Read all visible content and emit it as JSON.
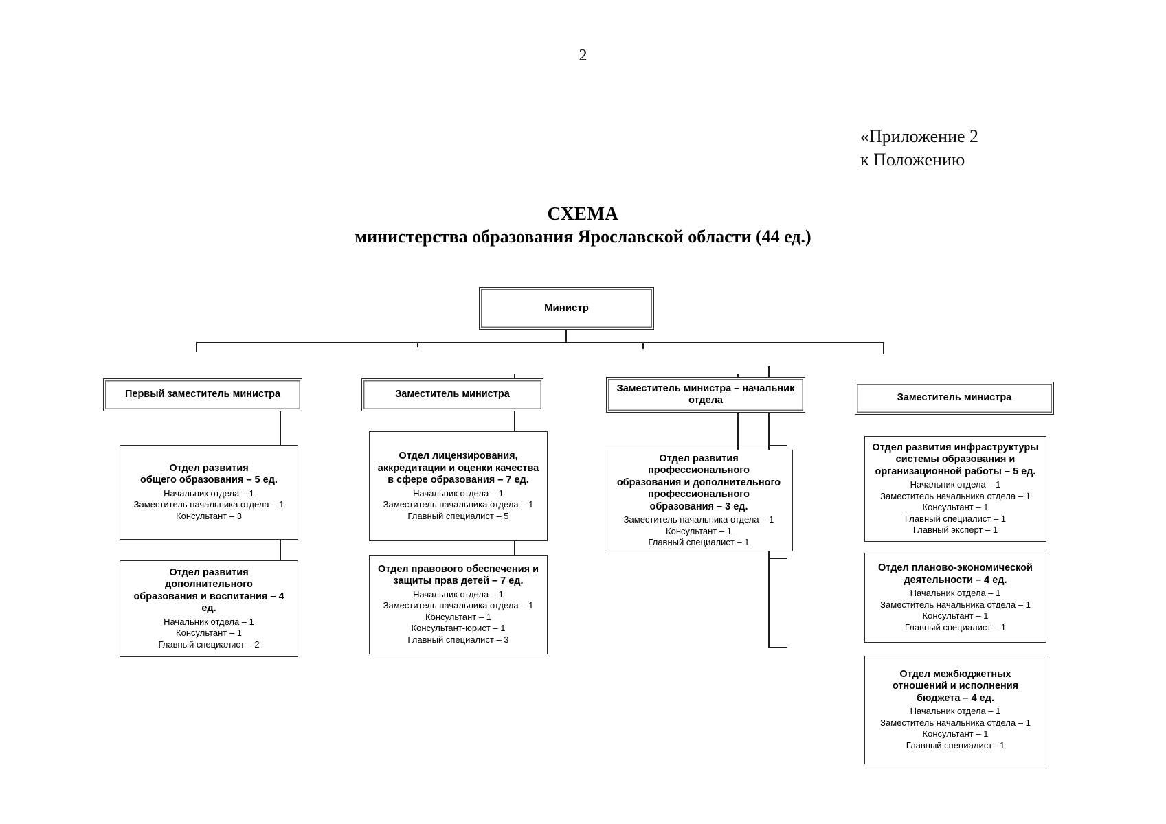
{
  "page": {
    "number": "2",
    "appendix_note": "«Приложение 2\nк Положению",
    "title": "СХЕМА",
    "subtitle": "министерства образования Ярославской области (44 ед.)"
  },
  "chart": {
    "minister": {
      "label": "Министр"
    },
    "deputies": [
      {
        "label": "Первый заместитель министра"
      },
      {
        "label": "Заместитель министра"
      },
      {
        "label": "Заместитель министра – начальник\nотдела"
      },
      {
        "label": "Заместитель министра"
      }
    ],
    "departments": [
      {
        "head": "Отдел развития\nобщего образования – 5 ед.",
        "staff": "Начальник отдела – 1\nЗаместитель начальника отдела – 1\nКонсультант – 3"
      },
      {
        "head": "Отдел развития дополнительного\nобразования и воспитания – 4 ед.",
        "staff": "Начальник отдела – 1\nКонсультант – 1\nГлавный специалист – 2"
      },
      {
        "head": "Отдел лицензирования,\nаккредитации и оценки качества\nв сфере образования – 7 ед.",
        "staff": "Начальник отдела – 1\nЗаместитель начальника отдела – 1\nГлавный специалист – 5"
      },
      {
        "head": "Отдел правового обеспечения и\nзащиты прав детей – 7 ед.",
        "staff": "Начальник отдела – 1\nЗаместитель начальника отдела – 1\nКонсультант – 1\nКонсультант-юрист – 1\nГлавный специалист – 3"
      },
      {
        "head": "Отдел развития профессионального\nобразования и дополнительного\nпрофессионального\nобразования – 3 ед.",
        "staff": "Заместитель начальника отдела – 1\nКонсультант – 1\nГлавный специалист – 1"
      },
      {
        "head": "Отдел развития инфраструктуры\nсистемы образования и\nорганизационной работы – 5 ед.",
        "staff": "Начальник отдела – 1\nЗаместитель начальника отдела – 1\nКонсультант – 1\nГлавный специалист – 1\nГлавный эксперт – 1"
      },
      {
        "head": "Отдел планово-экономической\nдеятельности – 4 ед.",
        "staff": "Начальник отдела – 1\nЗаместитель начальника отдела – 1\nКонсультант – 1\nГлавный специалист – 1"
      },
      {
        "head": "Отдел межбюджетных\nотношений и исполнения\nбюджета – 4 ед.",
        "staff": "Начальник отдела – 1\nЗаместитель начальника отдела – 1\nКонсультант – 1\nГлавный специалист –1"
      }
    ]
  }
}
